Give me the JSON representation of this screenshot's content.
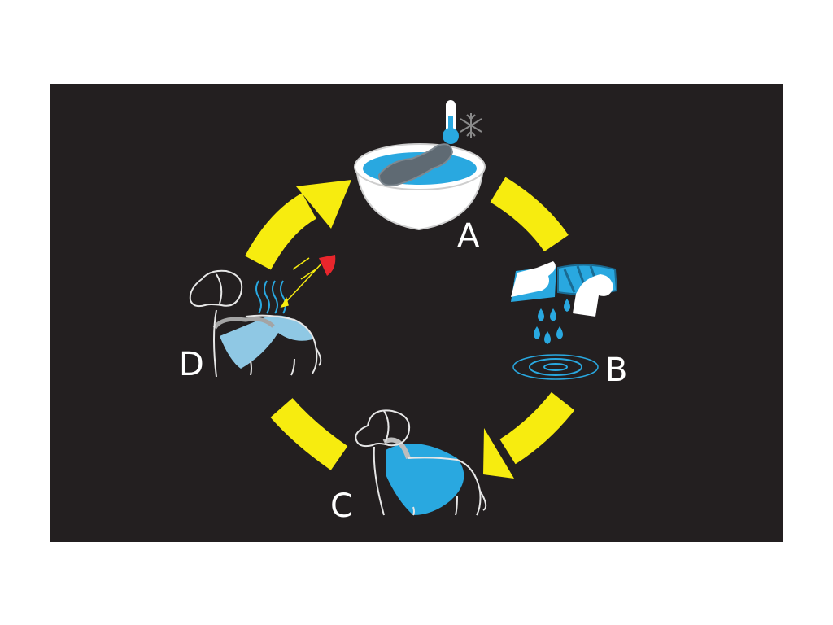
{
  "colors": {
    "page_background": "#ffffff",
    "panel_background": "#231f20",
    "arrow": "#f7ec0f",
    "water": "#29a8e0",
    "vest_wet": "#29a8e0",
    "vest_dry": "#8fc8e4",
    "outline": "#e6e6e6",
    "thermometer": "#29a8e0",
    "sun": "#e8262c"
  },
  "steps": [
    {
      "label": "A"
    },
    {
      "label": "B"
    },
    {
      "label": "C"
    },
    {
      "label": "D"
    }
  ],
  "icons": {
    "thermometer": "thermometer-icon",
    "snowflake": "snowflake-icon",
    "bowl": "water-bowl-icon",
    "wring": "wringing-hands-icon",
    "droplets": "water-droplets-icon",
    "ripples": "water-ripples-icon",
    "dog_wet": "dog-with-wet-vest-icon",
    "dog_evaporating": "dog-with-evaporating-vest-icon",
    "sun": "sun-icon"
  }
}
